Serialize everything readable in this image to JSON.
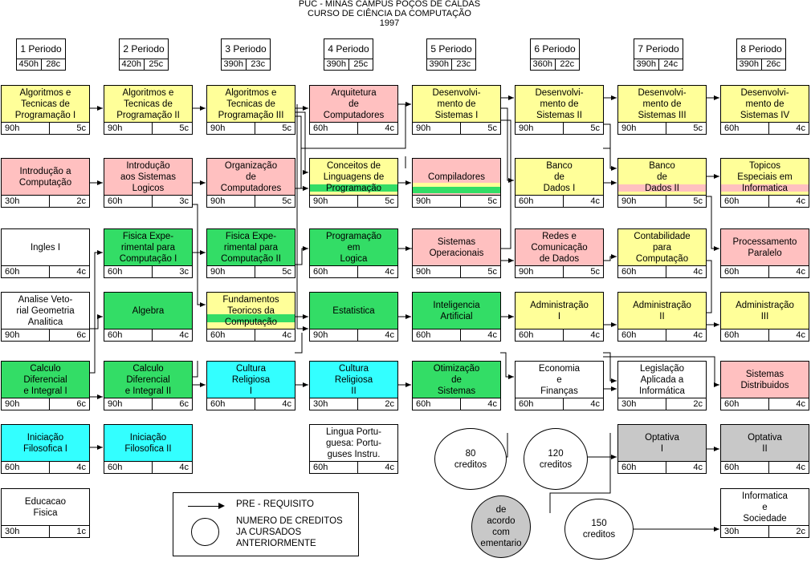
{
  "header": {
    "line1": "PUC - MINAS   CAMPUS POÇOS DE CALDAS",
    "line2": "CURSO DE CIÊNCIA DA COMPUTAÇÃO",
    "line3": "1997"
  },
  "periods": [
    {
      "label": "1 Periodo",
      "hours": "450h",
      "credits": "28c"
    },
    {
      "label": "2 Periodo",
      "hours": "420h",
      "credits": "25c"
    },
    {
      "label": "3 Periodo",
      "hours": "390h",
      "credits": "23c"
    },
    {
      "label": "4 Periodo",
      "hours": "390h",
      "credits": "25c"
    },
    {
      "label": "5 Periodo",
      "hours": "390h",
      "credits": "23c"
    },
    {
      "label": "6 Periodo",
      "hours": "360h",
      "credits": "22c"
    },
    {
      "label": "7 Periodo",
      "hours": "390h",
      "credits": "24c"
    },
    {
      "label": "8 Periodo",
      "hours": "390h",
      "credits": "26c"
    }
  ],
  "courses": [
    {
      "name": "Algoritmos e\nTecnicas de\nProgramação I",
      "hours": "90h",
      "credits": "5c",
      "color": "yellow"
    },
    {
      "name": "Algoritmos e\nTecnicas de\nProgramação II",
      "hours": "90h",
      "credits": "5c",
      "color": "yellow"
    },
    {
      "name": "Algoritmos e\nTecnicas de\nProgramação III",
      "hours": "90h",
      "credits": "5c",
      "color": "yellow"
    },
    {
      "name": "Arquitetura\nde\nComputadores",
      "hours": "60h",
      "credits": "4c",
      "color": "pink"
    },
    {
      "name": "Desenvolvi-\nmento de\nSistemas I",
      "hours": "90h",
      "credits": "5c",
      "color": "yellow"
    },
    {
      "name": "Desenvolvi-\nmento de\nSistemas II",
      "hours": "90h",
      "credits": "5c",
      "color": "yellow"
    },
    {
      "name": "Desenvolvi-\nmento de\nSistemas III",
      "hours": "90h",
      "credits": "5c",
      "color": "yellow"
    },
    {
      "name": "Desenvolvi-\nmento de\nSistemas IV",
      "hours": "60h",
      "credits": "4c",
      "color": "yellow"
    },
    {
      "name": "Introdução a\nComputação",
      "hours": "30h",
      "credits": "2c",
      "color": "pink"
    },
    {
      "name": "Introdução\naos Sistemas\nLogicos",
      "hours": "60h",
      "credits": "3c",
      "color": "pink"
    },
    {
      "name": "Organização\nde\nComputadores",
      "hours": "90h",
      "credits": "5c",
      "color": "pink"
    },
    {
      "name": "Conceitos de\nLinguagens de\nProgramação",
      "hours": "90h",
      "credits": "5c",
      "color": "yellow"
    },
    {
      "name": "Compiladores",
      "hours": "90h",
      "credits": "5c",
      "color": "pink"
    },
    {
      "name": "Banco\nde\nDados I",
      "hours": "60h",
      "credits": "4c",
      "color": "yellow"
    },
    {
      "name": "Banco\nde\nDados II",
      "hours": "90h",
      "credits": "5c",
      "color": "yellow"
    },
    {
      "name": "Topicos\nEspeciais em\nInformatica",
      "hours": "60h",
      "credits": "4c",
      "color": "yellow"
    },
    {
      "name": "Ingles I",
      "hours": "60h",
      "credits": "4c",
      "color": "white"
    },
    {
      "name": "Fisica Expe-\nrimental para\nComputação I",
      "hours": "60h",
      "credits": "3c",
      "color": "green"
    },
    {
      "name": "Fisica Expe-\nrimental para\nComputação II",
      "hours": "90h",
      "credits": "5c",
      "color": "green"
    },
    {
      "name": "Programação\nem\nLogica",
      "hours": "60h",
      "credits": "4c",
      "color": "green"
    },
    {
      "name": "Sistemas\nOperacionais",
      "hours": "90h",
      "credits": "5c",
      "color": "pink"
    },
    {
      "name": "Redes e\nComunicação\nde Dados",
      "hours": "90h",
      "credits": "5c",
      "color": "pink"
    },
    {
      "name": "Contabilidade\npara\nComputação",
      "hours": "60h",
      "credits": "4c",
      "color": "yellow"
    },
    {
      "name": "Processamento\nParalelo",
      "hours": "60h",
      "credits": "4c",
      "color": "pink"
    },
    {
      "name": "Analise Veto-\nrial Geometria\nAnalitica",
      "hours": "90h",
      "credits": "6c",
      "color": "white"
    },
    {
      "name": "Algebra",
      "hours": "60h",
      "credits": "4c",
      "color": "green"
    },
    {
      "name": "Fundamentos\nTeoricos da\nComputação",
      "hours": "60h",
      "credits": "4c",
      "color": "yellow"
    },
    {
      "name": "Estatistica",
      "hours": "90h",
      "credits": "4c",
      "color": "green"
    },
    {
      "name": "Inteligencia\nArtificial",
      "hours": "60h",
      "credits": "4c",
      "color": "green"
    },
    {
      "name": "Administração\nI",
      "hours": "60h",
      "credits": "4c",
      "color": "yellow"
    },
    {
      "name": "Administração\nII",
      "hours": "60h",
      "credits": "4c",
      "color": "yellow"
    },
    {
      "name": "Administração\nIII",
      "hours": "60h",
      "credits": "4c",
      "color": "yellow"
    },
    {
      "name": "Calculo\nDiferencial\ne Integral I",
      "hours": "90h",
      "credits": "6c",
      "color": "green"
    },
    {
      "name": "Calculo\nDiferencial\ne Integral II",
      "hours": "90h",
      "credits": "6c",
      "color": "green"
    },
    {
      "name": "Cultura\nReligiosa\nI",
      "hours": "60h",
      "credits": "4c",
      "color": "cyan"
    },
    {
      "name": "Cultura\nReligiosa\nII",
      "hours": "30h",
      "credits": "2c",
      "color": "cyan"
    },
    {
      "name": "Otimização\nde\nSistemas",
      "hours": "60h",
      "credits": "4c",
      "color": "green"
    },
    {
      "name": "Economia\ne\nFinanças",
      "hours": "60h",
      "credits": "4c",
      "color": "white"
    },
    {
      "name": "Legislação\nAplicada a\nInformática",
      "hours": "30h",
      "credits": "2c",
      "color": "white"
    },
    {
      "name": "Sistemas\nDistribuidos",
      "hours": "60h",
      "credits": "4c",
      "color": "pink"
    },
    {
      "name": "Iniciação\nFilosofica I",
      "hours": "60h",
      "credits": "4c",
      "color": "cyan"
    },
    {
      "name": "Iniciação\nFilosofica II",
      "hours": "60h",
      "credits": "4c",
      "color": "cyan"
    },
    {
      "name": "Lingua Portu-\nguesa: Portu-\nguses Instru.",
      "hours": "60h",
      "credits": "4c",
      "color": "white"
    },
    {
      "name": "Optativa\nI",
      "hours": "60h",
      "credits": "4c",
      "color": "gray"
    },
    {
      "name": "Optativa\nII",
      "hours": "60h",
      "credits": "4c",
      "color": "gray"
    },
    {
      "name": "Educacao\nFisica",
      "hours": "30h",
      "credits": "1c",
      "color": "white"
    },
    {
      "name": "Informatica\ne\nSociedade",
      "hours": "30h",
      "credits": "2c",
      "color": "white"
    }
  ],
  "circles": [
    {
      "text": "80\ncreditos",
      "color": "white"
    },
    {
      "text": "120\ncreditos",
      "color": "white"
    },
    {
      "text": "de\nacordo\ncom\nementario",
      "color": "gray"
    },
    {
      "text": "150\ncreditos",
      "color": "white"
    }
  ],
  "legend": {
    "prereq": "PRE - REQUISITO",
    "credits_note": "NUMERO DE CREDITOS\nJA CURSADOS\nANTERIORMENTE"
  }
}
